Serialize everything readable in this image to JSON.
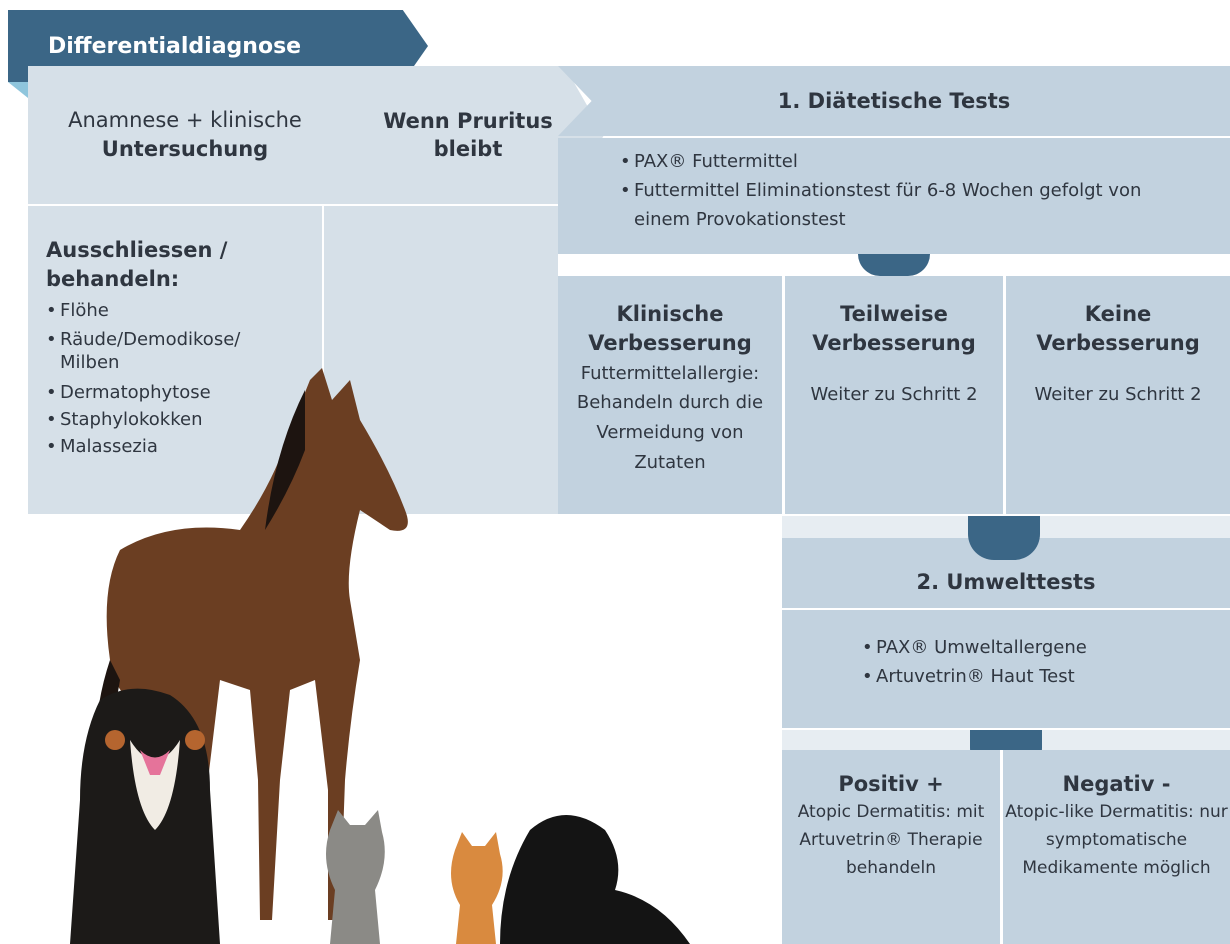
{
  "header": {
    "title": "Differentialdiagnose"
  },
  "anamnese": {
    "line1": "Anamnese + klinische",
    "line2": "Untersuchung"
  },
  "pruritus": {
    "line1": "Wenn Pruritus",
    "line2": "bleibt"
  },
  "exclude": {
    "heading_line1": "Ausschliessen /",
    "heading_line2": "behandeln:",
    "items": [
      "Flöhe",
      "Räude/Demodikose/ Milben",
      "Dermatophytose",
      "Staphylokokken",
      "Malassezia"
    ]
  },
  "step1": {
    "title": "1. Diätetische Tests",
    "items": [
      "PAX® Futtermittel",
      "Futtermittel Eliminationstest für 6-8 Wochen gefolgt von einem Provokationstest"
    ]
  },
  "outcomes1": [
    {
      "title_line1": "Klinische",
      "title_line2": "Verbesserung",
      "text": "Futtermittelallergie: Behandeln durch die Vermeidung von Zutaten"
    },
    {
      "title_line1": "Teilweise",
      "title_line2": "Verbesserung",
      "text": "Weiter zu Schritt 2"
    },
    {
      "title_line1": "Keine",
      "title_line2": "Verbesserung",
      "text": "Weiter zu Schritt 2"
    }
  ],
  "step2": {
    "title": "2. Umwelttests",
    "items": [
      "PAX® Umweltallergene",
      "Artuvetrin® Haut Test"
    ]
  },
  "outcomes2": [
    {
      "title": "Positiv +",
      "text": "Atopic Dermatitis: mit Artuvetrin® Therapie behandeln"
    },
    {
      "title": "Negativ -",
      "text": "Atopic-like Dermatitis: nur symptomatische Medikamente möglich"
    }
  ],
  "colors": {
    "accent": "#3b6686",
    "panel_light": "#d6e0e8",
    "panel_mid": "#c2d2df"
  }
}
